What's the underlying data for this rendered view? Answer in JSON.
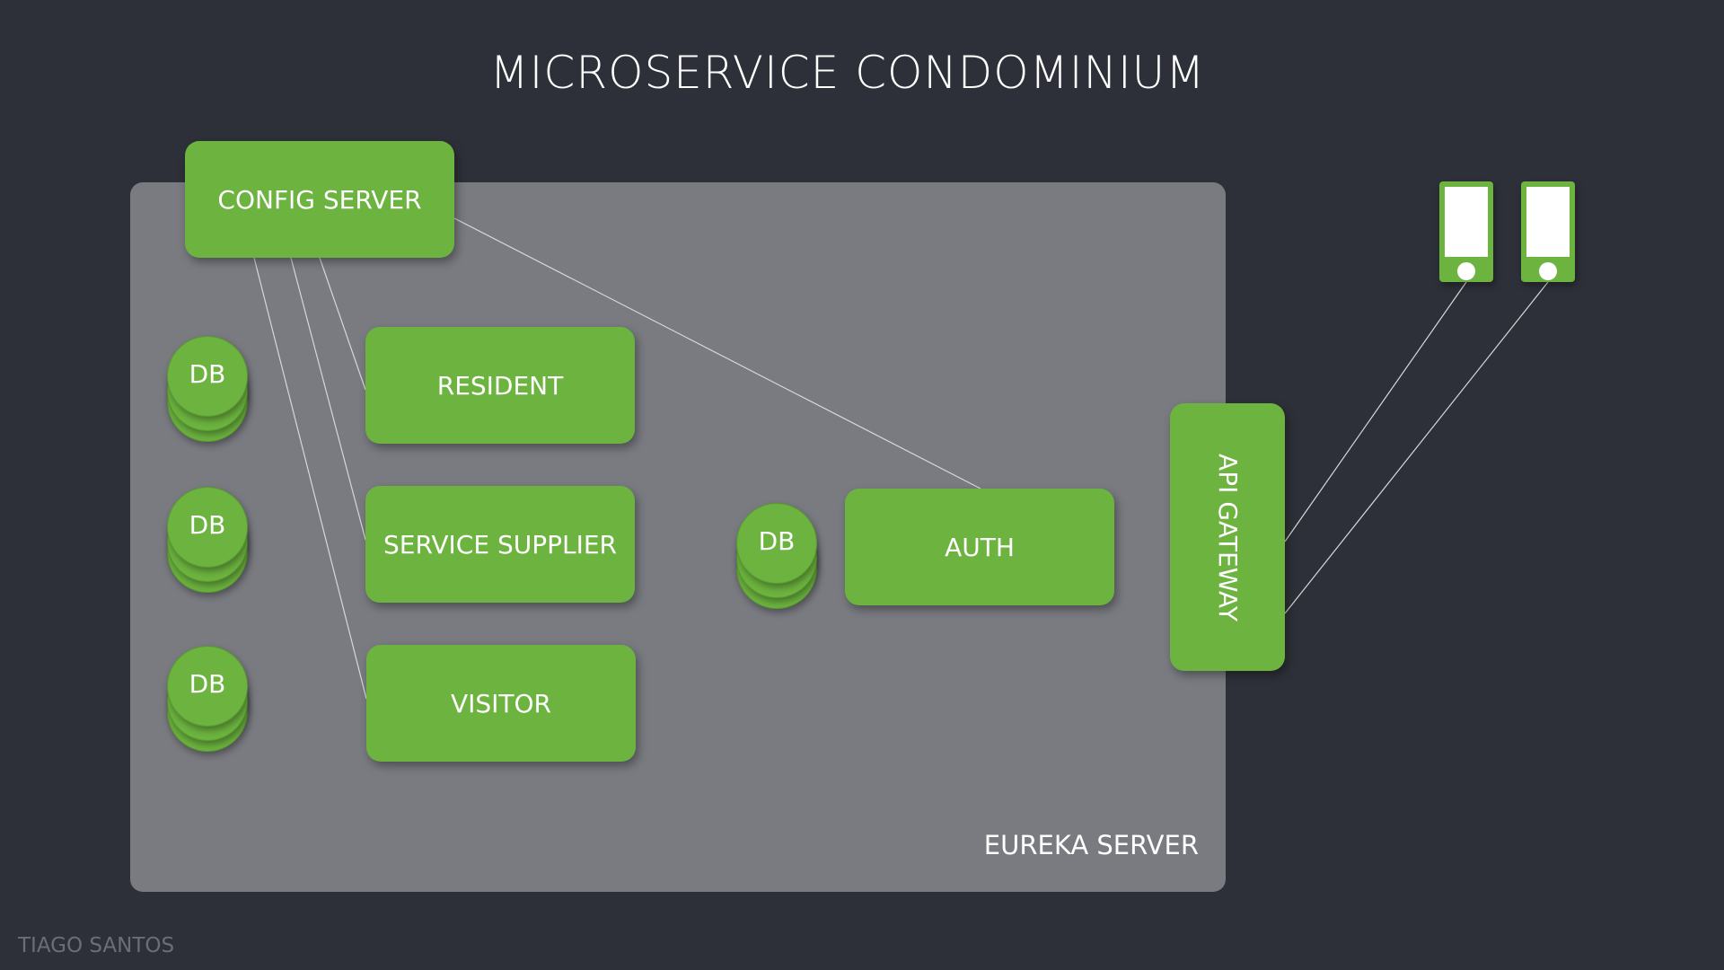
{
  "title": "MICROSERVICE CONDOMINIUM",
  "eureka_label": "EUREKA SERVER",
  "services": {
    "config": "CONFIG SERVER",
    "resident": "RESIDENT",
    "supplier": "SERVICE SUPPLIER",
    "visitor": "VISITOR",
    "auth": "AUTH",
    "gateway": "API GATEWAY"
  },
  "db_label": "DB",
  "author": "TIAGO SANTOS",
  "colors": {
    "background": "#2e3039",
    "eureka": "#797b81",
    "service": "#6cb33f",
    "text": "#ffffff"
  },
  "icons": [
    "mobile-phone-icon",
    "mobile-phone-icon",
    "database-icon"
  ]
}
